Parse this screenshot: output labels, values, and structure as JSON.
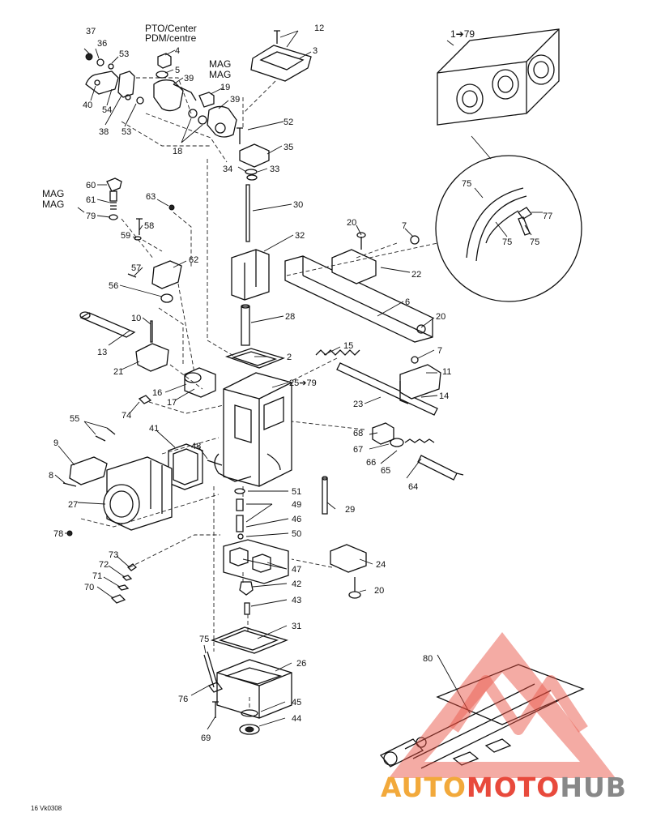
{
  "headers": {
    "pto_center": "PTO/Center",
    "pdm_centre": "PDM/centre",
    "mag_top_1": "MAG",
    "mag_top_2": "MAG",
    "mag_left_1": "MAG",
    "mag_left_2": "MAG"
  },
  "assembly_label": "1➔79",
  "body_label": "25➔79",
  "figure_code": "16 Vk0308",
  "callouts": [
    "37",
    "36",
    "53",
    "4",
    "5",
    "39",
    "19",
    "39",
    "12",
    "3",
    "40",
    "54",
    "38",
    "53",
    "18",
    "52",
    "35",
    "34",
    "33",
    "60",
    "61",
    "79",
    "63",
    "58",
    "59",
    "30",
    "32",
    "20",
    "7",
    "22",
    "57",
    "62",
    "56",
    "6",
    "20",
    "10",
    "13",
    "28",
    "2",
    "15",
    "7",
    "11",
    "21",
    "16",
    "17",
    "23",
    "14",
    "74",
    "55",
    "41",
    "48",
    "68",
    "67",
    "66",
    "65",
    "64",
    "9",
    "8",
    "27",
    "51",
    "49",
    "29",
    "46",
    "50",
    "78",
    "47",
    "24",
    "42",
    "20",
    "73",
    "72",
    "71",
    "70",
    "43",
    "31",
    "75",
    "26",
    "76",
    "45",
    "44",
    "69",
    "75",
    "77",
    "75",
    "75",
    "80"
  ],
  "watermark": {
    "part1": "AUTO",
    "part2": "MOTO",
    "part3": "HUB",
    "color_orange": "#f2a93b",
    "color_red": "#e84a3c",
    "color_gray": "#888888"
  }
}
